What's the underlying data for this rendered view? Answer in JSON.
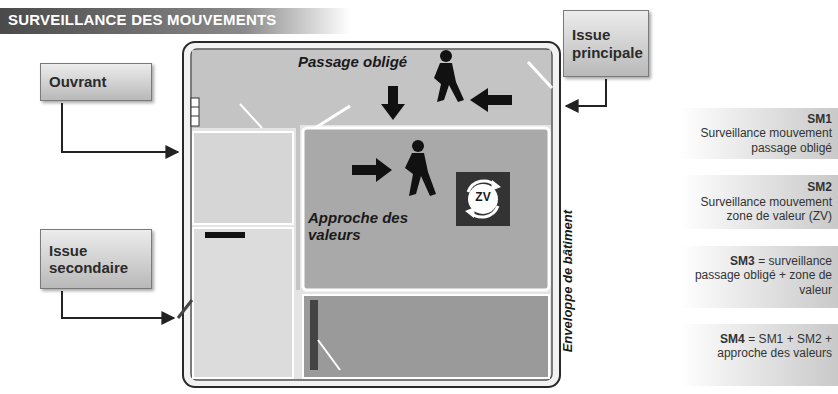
{
  "diagram": {
    "title": "SURVEILLANCE DES MOUVEMENTS",
    "nodes": [
      {
        "text": [
          "Ouvrant"
        ]
      },
      {
        "text": [
          "Issue principale"
        ]
      },
      {
        "text": [
          "Issue secondaire"
        ]
      },
      {
        "text": [
          "SM1",
          "Surveillance mouvement passage obligé"
        ]
      },
      {
        "text": [
          "SM2",
          "Surveillance mouvement zone de valeur (ZV)"
        ]
      },
      {
        "text": [
          "SM3",
          "= surveillance passage obligé + zone de valeur"
        ]
      },
      {
        "text": [
          "SM4",
          "= SM1 + SM2 + approche des valeurs"
        ]
      }
    ],
    "labels": [
      "Passage obligé",
      "Approche des valeurs",
      "ZV",
      "Enveloppe de bâtiment"
    ]
  }
}
